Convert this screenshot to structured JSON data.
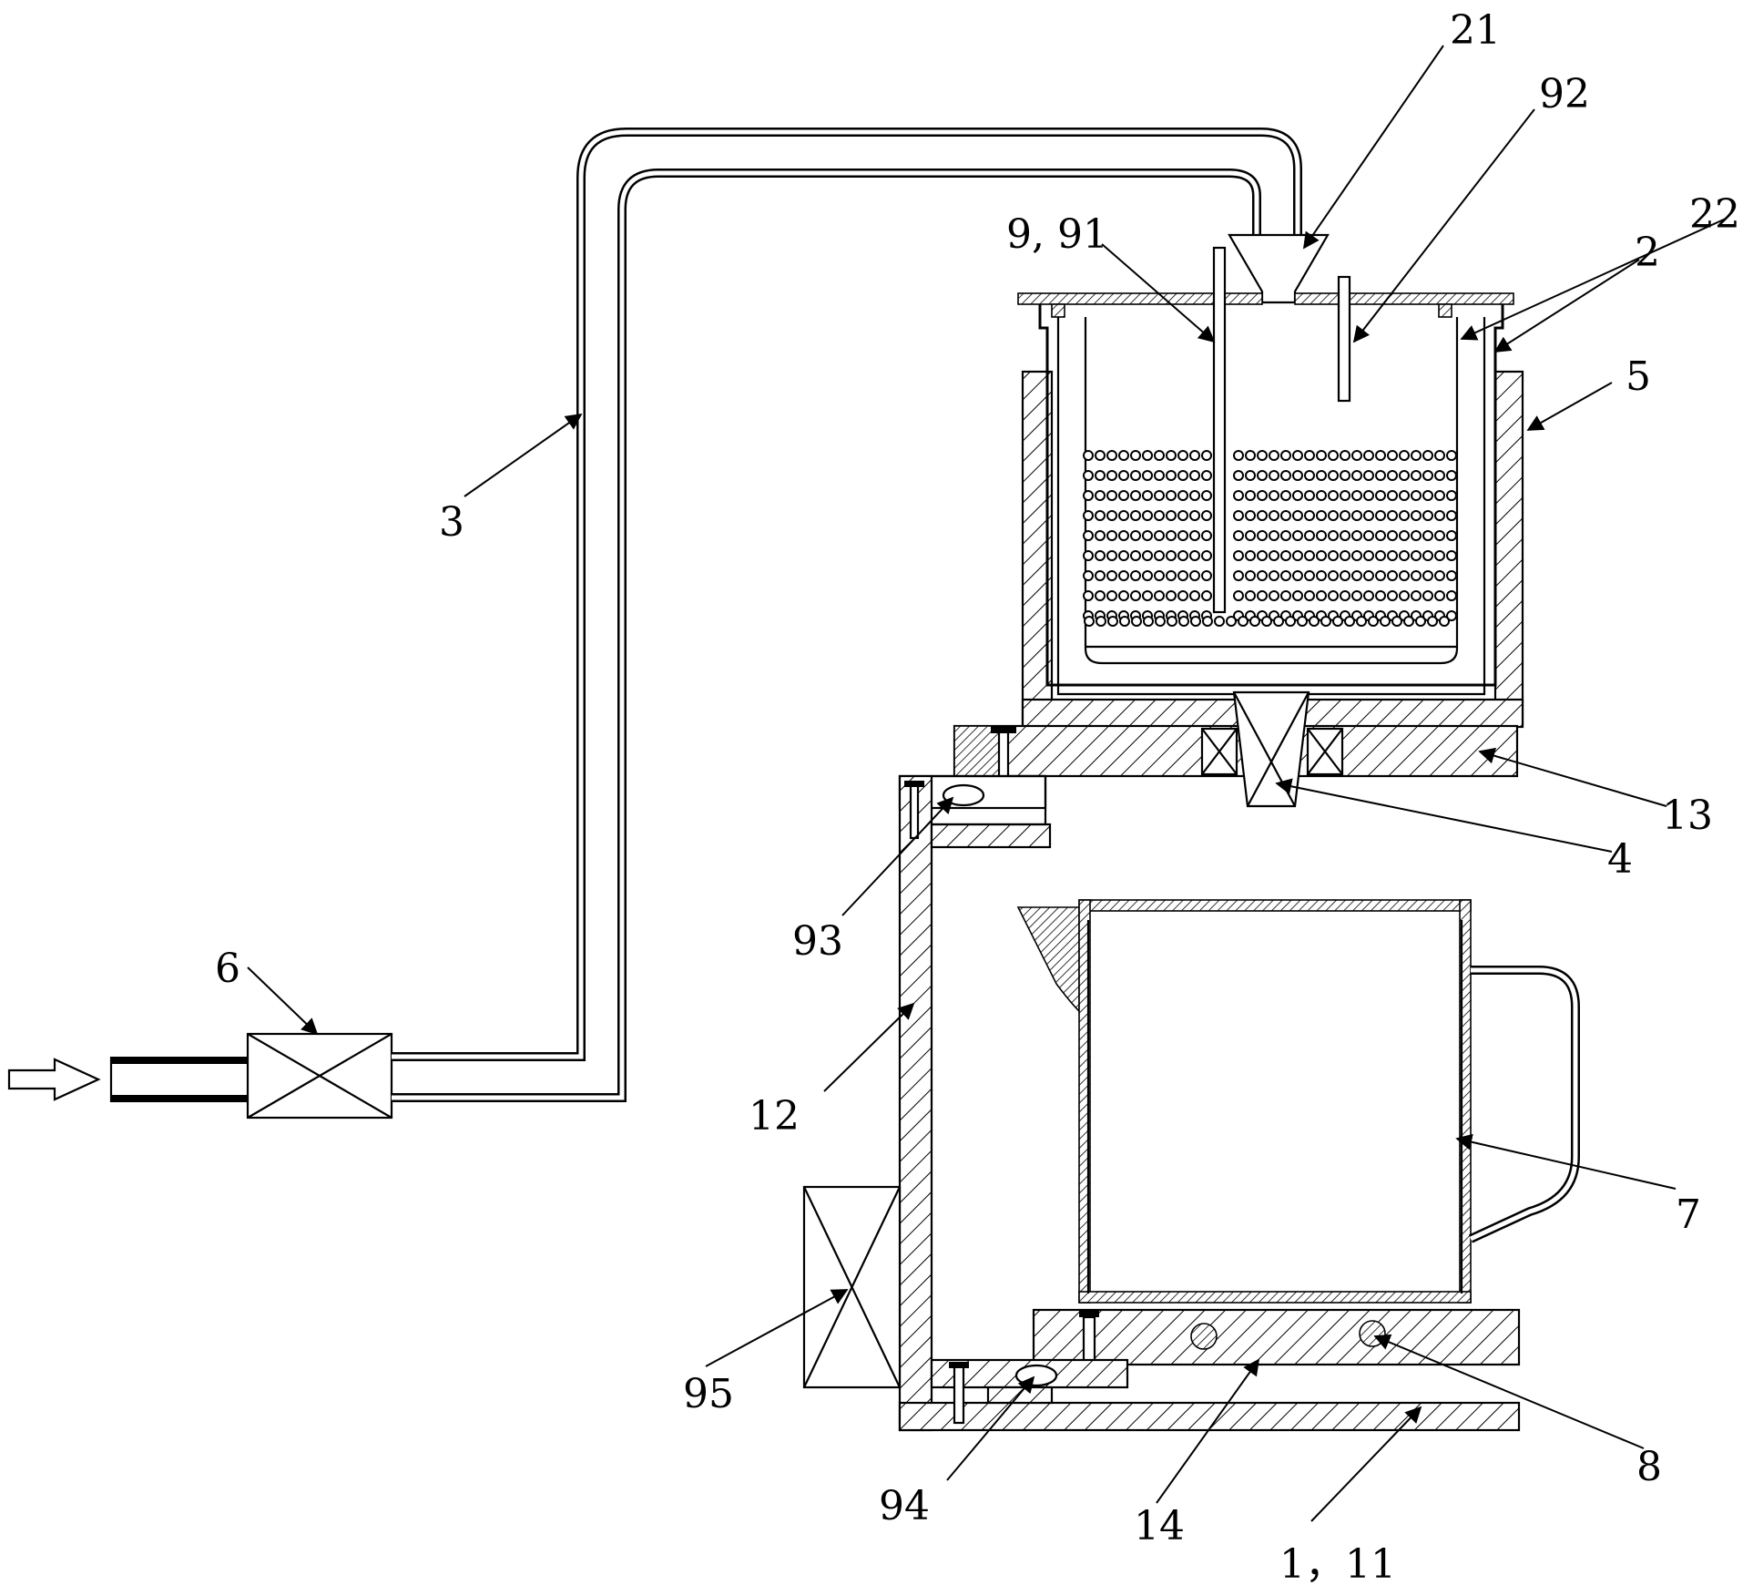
{
  "labels": {
    "l21": "21",
    "l92": "92",
    "l22": "22",
    "l9_91": "9, 91",
    "l2": "2",
    "l5": "5",
    "l3": "3",
    "l13": "13",
    "l4": "4",
    "l93": "93",
    "l6": "6",
    "l12": "12",
    "l7": "7",
    "l95": "95",
    "l8": "8",
    "l94": "94",
    "l14": "14",
    "l1_11": "1，11"
  }
}
